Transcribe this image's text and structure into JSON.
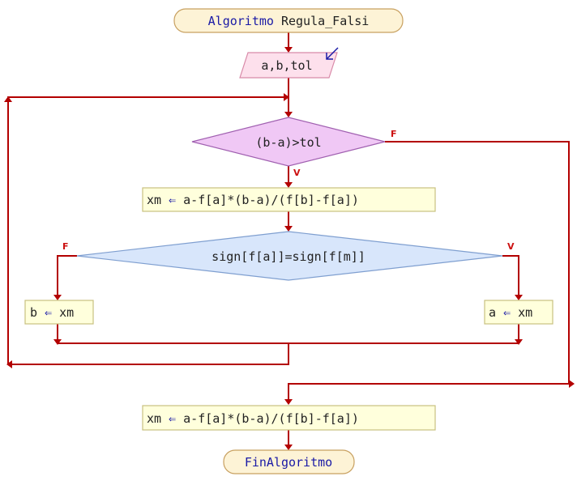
{
  "start": {
    "keyword": "Algoritmo",
    "name": "Regula_Falsi"
  },
  "input": {
    "text": "a,b,tol"
  },
  "loop_condition": {
    "text": "(b-a)>tol",
    "false_label": "F",
    "true_label": "V"
  },
  "assign_xm_1": {
    "var": "xm",
    "expr": "a-f[a]*(b-a)/(f[b]-f[a])"
  },
  "sign_condition": {
    "text": "sign[f[a]]=sign[f[m]]",
    "false_label": "F",
    "true_label": "V"
  },
  "assign_b": {
    "var": "b",
    "expr": "xm"
  },
  "assign_a": {
    "var": "a",
    "expr": "xm"
  },
  "assign_xm_2": {
    "var": "xm",
    "expr": "a-f[a]*(b-a)/(f[b]-f[a])"
  },
  "end": {
    "keyword": "FinAlgoritmo"
  },
  "assign_arrow_glyph": "⇐",
  "colors": {
    "flow_line": "#b30000",
    "terminal_fill": "#fdf3d6",
    "terminal_stroke": "#c8a060",
    "input_fill": "#fde0ec",
    "input_stroke": "#d88aa8",
    "loop_fill": "#f0c8f5",
    "loop_stroke": "#a060b0",
    "sign_fill": "#d8e6fb",
    "sign_stroke": "#7f9fd0",
    "process_fill": "#ffffdc",
    "process_stroke": "#c8c080",
    "keyword_text": "#1a1aa6",
    "branch_label": "#cc1111"
  }
}
